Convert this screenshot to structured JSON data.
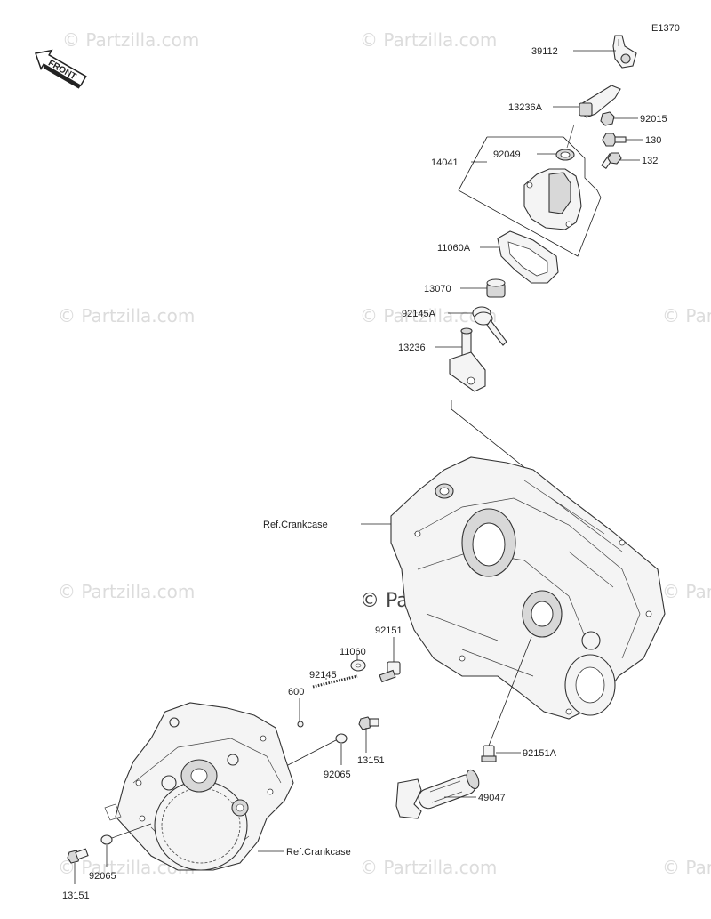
{
  "diagram_code": "E1370",
  "front_arrow_label": "FRONT",
  "watermark": "© Partzilla.com",
  "labels": {
    "p39112": "39112",
    "p13236A": "13236A",
    "p92015": "92015",
    "p130": "130",
    "p92049": "92049",
    "p132": "132",
    "p14041": "14041",
    "p11060A": "11060A",
    "p13070": "13070",
    "p92145A": "92145A",
    "p13236": "13236",
    "ref_crankcase_1": "Ref.Crankcase",
    "p92151": "92151",
    "p11060": "11060",
    "p92145": "92145",
    "p600": "600",
    "p13151_a": "13151",
    "p92065_a": "92065",
    "p92151A": "92151A",
    "p49047": "49047",
    "ref_crankcase_2": "Ref.Crankcase",
    "p92065_b": "92065",
    "p13151_b": "13151"
  }
}
